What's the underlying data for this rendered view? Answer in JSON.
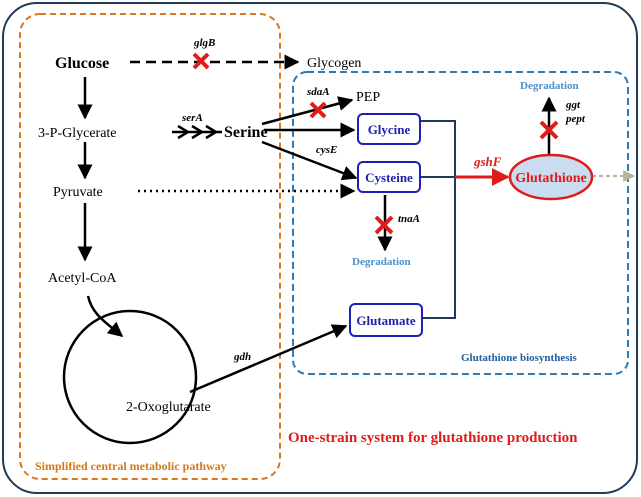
{
  "nodes": {
    "glucose": "Glucose",
    "glycogen": "Glycogen",
    "pgp": "3-P-Glycerate",
    "serine": "Serine",
    "pep": "PEP",
    "pyruvate": "Pyruvate",
    "acetyl_coa": "Acetyl-CoA",
    "oxoglutarate": "2-Oxoglutarate",
    "glycine": "Glycine",
    "cysteine": "Cysteine",
    "glutamate": "Glutamate",
    "glutathione": "Glutathione"
  },
  "genes": {
    "glgB": "glgB",
    "serA": "serA",
    "sdaA": "sdaA",
    "cysE": "cysE",
    "tnaA": "tnaA",
    "gdh": "gdh",
    "gshF": "gshF",
    "ggt": "ggt",
    "pept": "pept"
  },
  "labels": {
    "degradation_top": "Degradation",
    "degradation_mid": "Degradation",
    "central_pathway": "Simplified central metabolic pathway",
    "gsh_biosynthesis": "Glutathione biosynthesis",
    "system_title": "One-strain system for glutathione production"
  },
  "colors": {
    "outer_border": "#1f3a5a",
    "central_box": "#d9771e",
    "biosynth_box": "#2e7bb8",
    "metabolite_box": "#1f1fb4",
    "knockout": "#e01b1b",
    "glutathione_fill": "#c9dcf0",
    "title_red": "#e01b1b"
  }
}
